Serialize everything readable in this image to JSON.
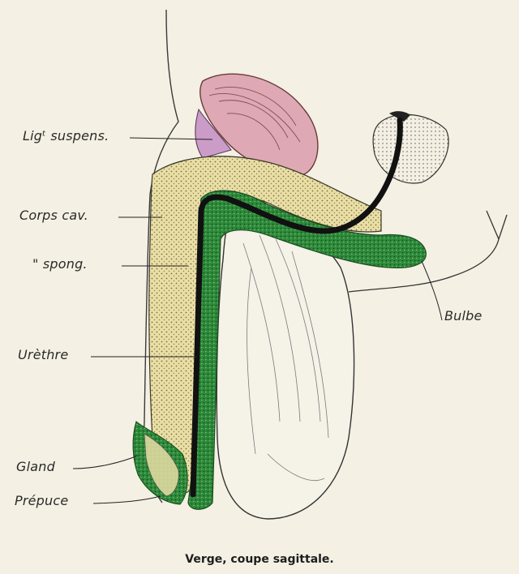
{
  "labels": {
    "lig_suspens": "Ligᵗ suspens.",
    "corps_cav": "Corps cav.",
    "spong": "\" spong.",
    "urethre": "Urèthre",
    "gland": "Gland",
    "prepuce": "Prépuce",
    "bulbe": "Bulbe"
  },
  "caption": "Verge, coupe sagittale.",
  "colors": {
    "background": "#f4f0e3",
    "corps_caverneux": "#e7dca2",
    "corps_spongieux": "#2f8a3c",
    "urethre": "#111111",
    "ligament": "#cc9cc8",
    "pubis": "#dea9b4",
    "testicule": "#f5f2e8"
  }
}
